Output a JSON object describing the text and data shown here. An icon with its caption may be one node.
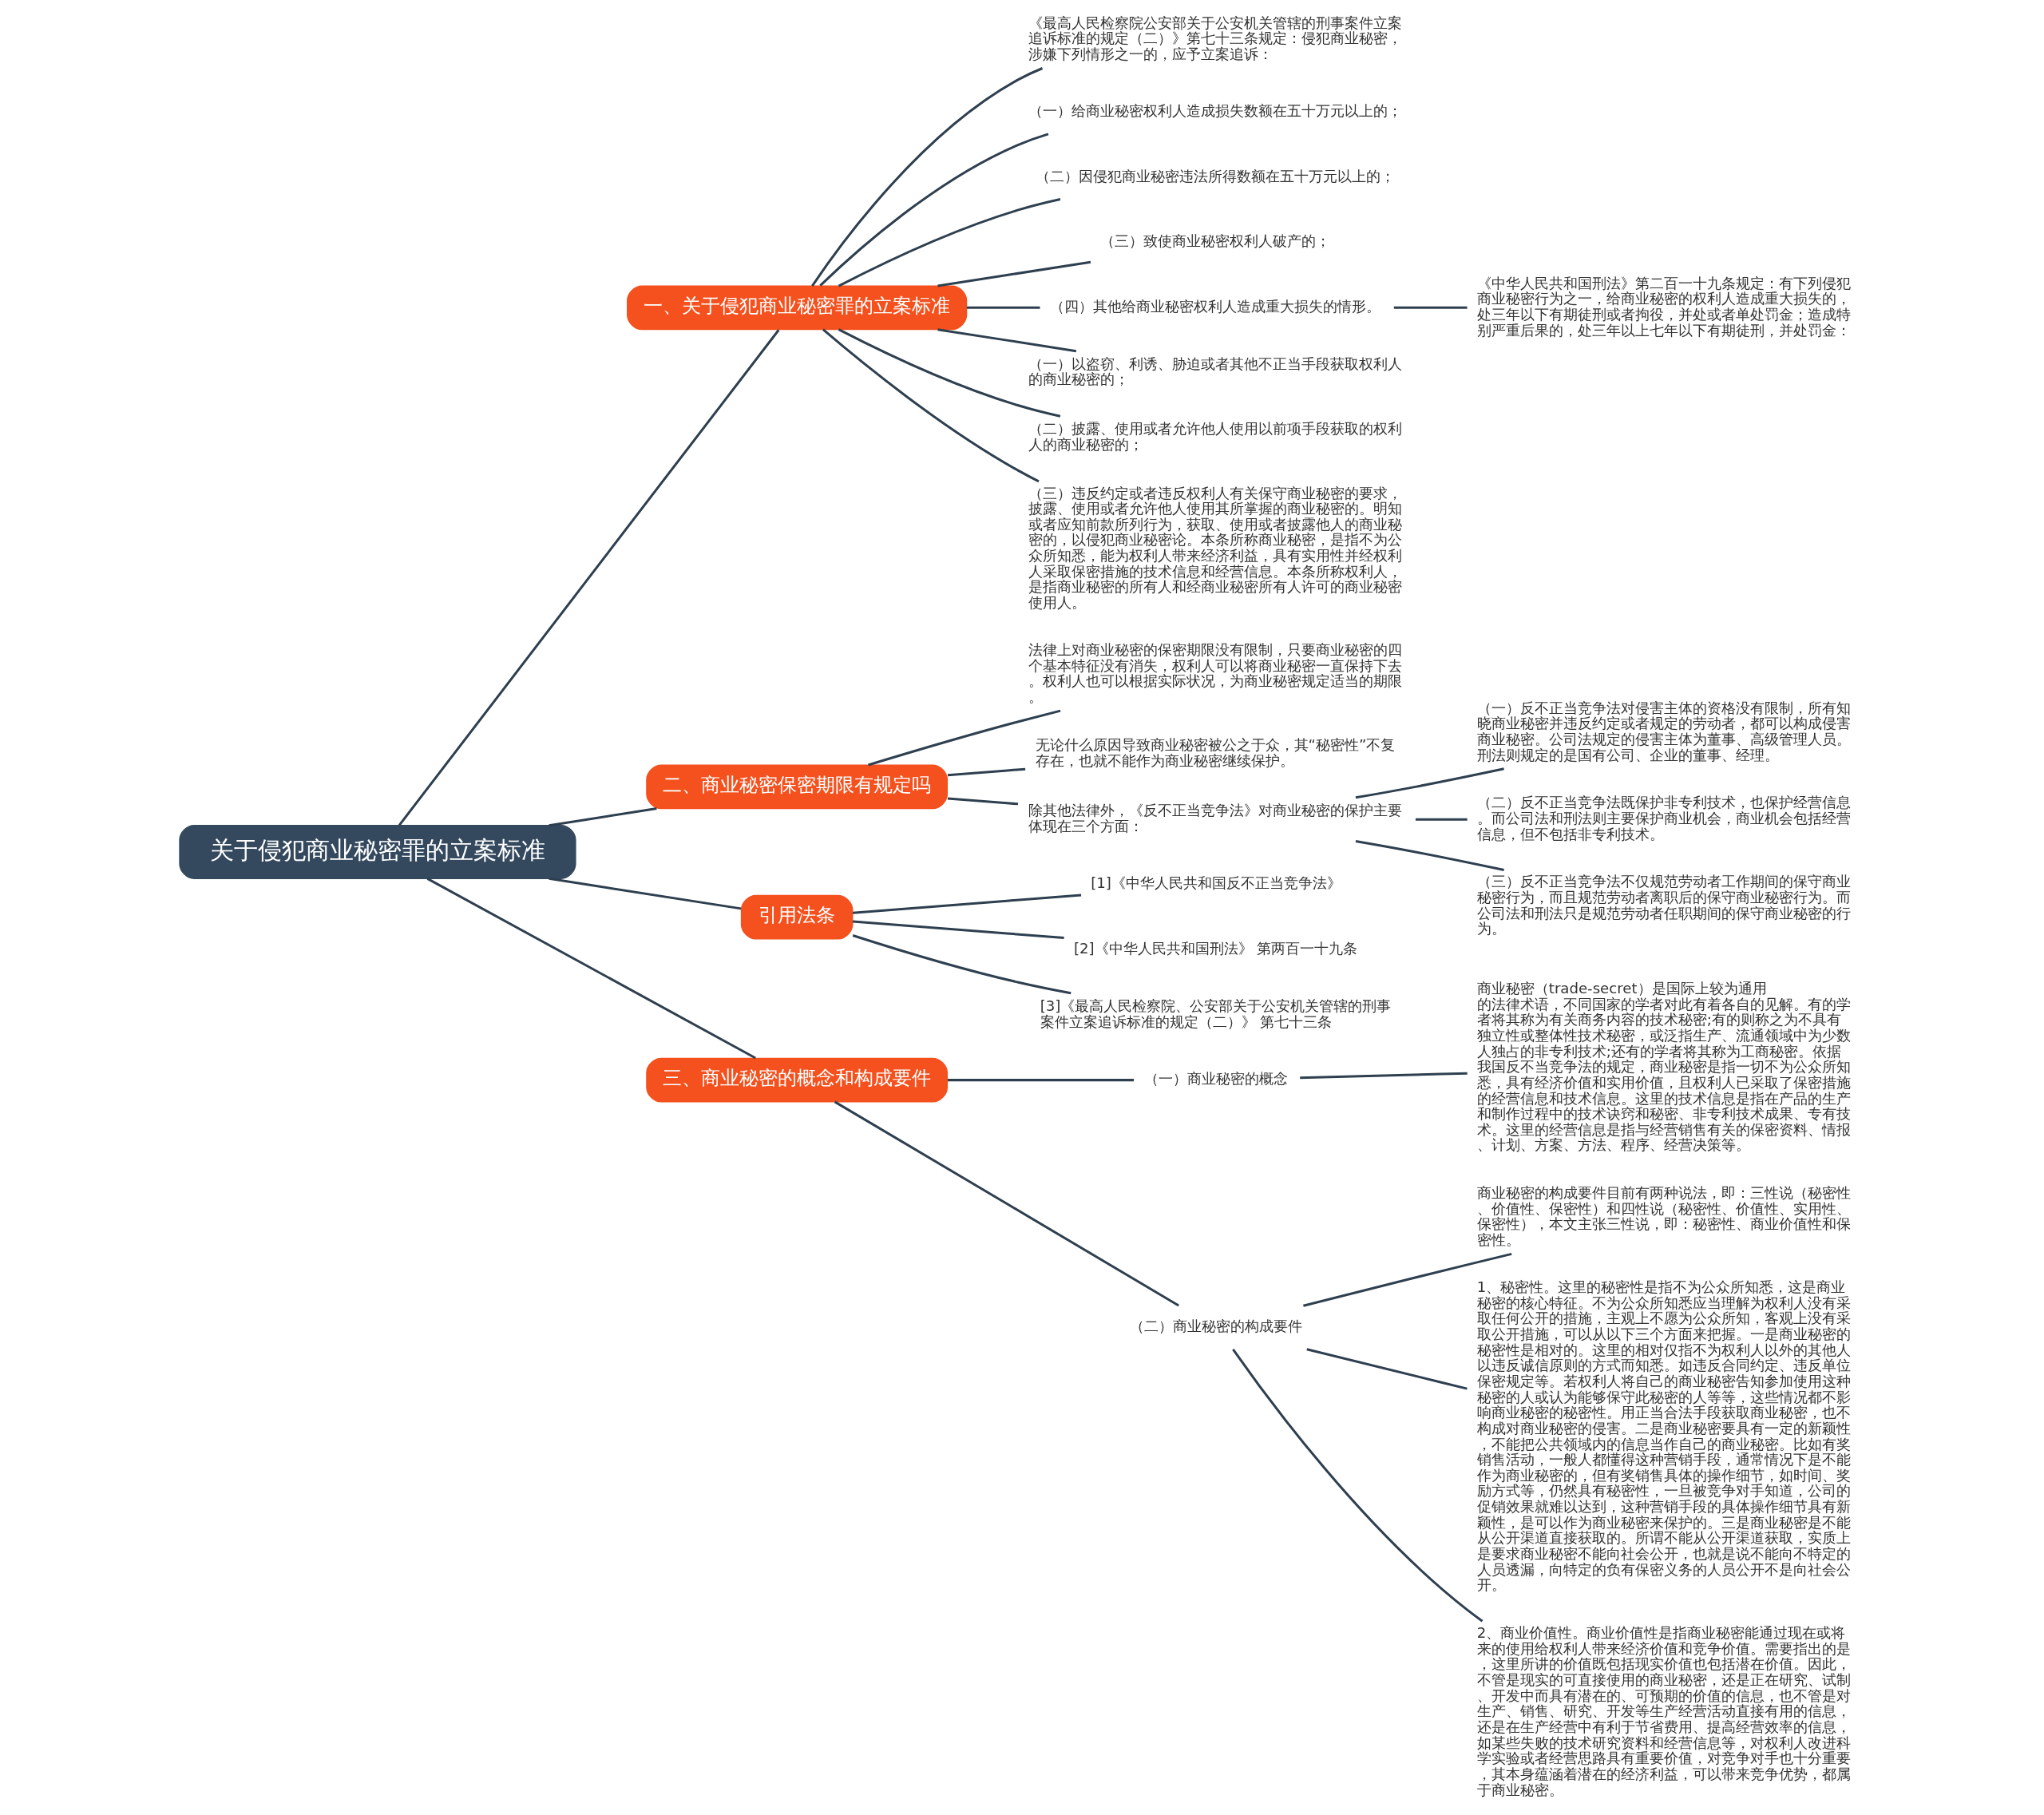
{
  "diagram": {
    "nodes": [
      {
        "text": [
          "关于侵犯商业秘密罪的立案标准"
        ]
      },
      {
        "text": [
          "一、关于侵犯商业秘密罪的立案标准"
        ]
      },
      {
        "text": [
          "《最高人民检察院公安部关于公安机关管辖的刑事案件立案追诉标准的规定（二）》第七十三条规定：侵犯商业秘密，涉嫌下列情形之一的，应予立案追诉："
        ]
      },
      {
        "text": [
          "（一）给商业秘密权利人造成损失数额在五十万元以上的；"
        ]
      },
      {
        "text": [
          "（二）因侵犯商业秘密违法所得数额在五十万元以上的；"
        ]
      },
      {
        "text": [
          "（三）致使商业秘密权利人破产的；"
        ]
      },
      {
        "text": [
          "（四）其他给商业秘密权利人造成重大损失的情形。"
        ]
      },
      {
        "text": [
          "（一）以盗窃、利诱、胁迫或者其他不正当手段获取权利人的商业秘密的；"
        ]
      },
      {
        "text": [
          "（二）披露、使用或者允许他人使用以前项手段获取的权利人的商业秘密的；"
        ]
      },
      {
        "text": [
          "（三）违反约定或者违反权利人有关保守商业秘密的要求，披露、使用或者允许他人使用其所掌握的商业秘密的。明知或者应知前款所列行为，获取、使用或者披露他人的商业秘密的，以侵犯商业秘密论。本条所称商业秘密，是指不为公众所知悉，能为权利人带来经济利益，具有实用性并经权利人采取保密措施的技术信息和经营信息。本条所称权利人，是指商业秘密的所有人和经商业秘密所有人许可的商业秘密使用人。"
        ]
      },
      {
        "text": [
          "《中华人民共和国刑法》第二百一十九条规定：有下列侵犯商业秘密行为之一，给商业秘密的权利人造成重大损失的，处三年以下有期徒刑或者拘役，并处或者单处罚金；造成特别严重后果的，处三年以上七年以下有期徒刑，并处罚金："
        ]
      },
      {
        "text": [
          "二、商业秘密保密期限有规定吗"
        ]
      },
      {
        "text": [
          "法律上对商业秘密的保密期限没有限制，只要商业秘密的四个基本特征没有消失，权利人可以将商业秘密一直保持下去。权利人也可以根据实际状况，为商业秘密规定适当的期限。"
        ]
      },
      {
        "text": [
          "无论什么原因导致商业秘密被公之于众，其“秘密性”不复存在，也就不能作为商业秘密继续保护。"
        ]
      },
      {
        "text": [
          "除其他法律外，《反不正当竞争法》对商业秘密的保护主要体现在三个方面："
        ]
      },
      {
        "text": [
          "（一）反不正当竞争法对侵害主体的资格没有限制，所有知晓商业秘密并违反约定或者规定的劳动者，都可以构成侵害商业秘密。公司法规定的侵害主体为董事、高级管理人员。刑法则规定的是国有公司、企业的董事、经理。"
        ]
      },
      {
        "text": [
          "（二）反不正当竞争法既保护非专利技术，也保护经营信息。而公司法和刑法则主要保护商业机会，商业机会包括经营信息，但不包括非专利技术。"
        ]
      },
      {
        "text": [
          "（三）反不正当竞争法不仅规范劳动者工作期间的保守商业秘密行为，而且规范劳动者离职后的保守商业秘密行为。而公司法和刑法只是规范劳动者任职期间的保守商业秘密的行为。"
        ]
      },
      {
        "text": [
          "引用法条"
        ]
      },
      {
        "text": [
          "[1]《中华人民共和国反不正当竞争法》"
        ]
      },
      {
        "text": [
          "[2]《中华人民共和国刑法》 第两百一十九条"
        ]
      },
      {
        "text": [
          "[3]《最高人民检察院、公安部关于公安机关管辖的刑事案件立案追诉标准的规定（二）》 第七十三条"
        ]
      },
      {
        "text": [
          "三、商业秘密的概念和构成要件"
        ]
      },
      {
        "text": [
          "（一）商业秘密的概念"
        ]
      },
      {
        "text": [
          "商业秘密（trade-secret）是国际上较为通用的法律术语，不同国家的学者对此有着各自的见解。有的学者将其称为有关商务内容的技术秘密;有的则称之为不具有独立性或整体性技术秘密，或泛指生产、流通领域中为少数人独占的非专利技术;还有的学者将其称为工商秘密。依据我国反不当竞争法的规定，商业秘密是指一切不为公众所知悉，具有经济价值和实用价值，且权利人已采取了保密措施的经营信息和技术信息。这里的技术信息是指在产品的生产和制作过程中的技术诀窍和秘密、非专利技术成果、专有技术。这里的经营信息是指与经营销售有关的保密资料、情报、计划、方案、方法、程序、经营决策等。"
        ]
      },
      {
        "text": [
          "（二）商业秘密的构成要件"
        ]
      },
      {
        "text": [
          "商业秘密的构成要件目前有两种说法，即：三性说（秘密性、价值性、保密性）和四性说（秘密性、价值性、实用性、保密性），本文主张三性说，即：秘密性、商业价值性和保密性。"
        ]
      },
      {
        "text": [
          "1、秘密性。这里的秘密性是指不为公众所知悉，这是商业秘密的核心特征。不为公众所知悉应当理解为权利人没有采取任何公开的措施，主观上不愿为公众所知，客观上没有采取公开措施，可以从以下三个方面来把握。一是商业秘密的秘密性是相对的。这里的相对仅指不为权利人以外的其他人以违反诚信原则的方式而知悉。如违反合同约定、违反单位保密规定等。若权利人将自己的商业秘密告知参加使用这种秘密的人或认为能够保守此秘密的人等等，这些情况都不影响商业秘密的秘密性。用正当合法手段获取商业秘密，也不构成对商业秘密的侵害。二是商业秘密要具有一定的新颖性，不能把公共领域内的信息当作自己的商业秘密。比如有奖销售活动，一般人都懂得这种营销手段，通常情况下是不能作为商业秘密的，但有奖销售具体的操作细节，如时间、奖励方式等，仍然具有秘密性，一旦被竞争对手知道，公司的促销效果就难以达到，这种营销手段的具体操作细节具有新颖性，是可以作为商业秘密来保护的。三是商业秘密是不能从公开渠道直接获取的。所谓不能从公开渠道获取，实质上是要求商业秘密不能向社会公开，也就是说不能向不特定的人员透漏，向特定的负有保密义务的人员公开不是向社会公开。"
        ]
      },
      {
        "text": [
          "2、商业价值性。商业价值性是指商业秘密能通过现在或将来的使用给权利人带来经济价值和竞争价值。需要指出的是，这里所讲的价值既包括现实价值也包括潜在价值。因此，不管是现实的可直接使用的商业秘密，还是正在研究、试制、开发中而具有潜在的、可预期的价值的信息，也不管是对生产、销售、研究、开发等生产经营活动直接有用的信息，还是在生产经营中有利于节省费用、提高经营效率的信息，如某些失败的技术研究资料和经营信息等，对权利人改进科学实验或者经营思路具有重要价值，对竞争对手也十分重要，其本身蕴涵着潜在的经济利益，可以带来竞争优势，都属于商业秘密。"
        ]
      }
    ],
    "edges": [
      {
        "from": 0,
        "to": 1,
        "arrow": "none"
      },
      {
        "from": 1,
        "to": 2,
        "arrow": "none"
      },
      {
        "from": 1,
        "to": 3,
        "arrow": "none"
      },
      {
        "from": 1,
        "to": 4,
        "arrow": "none"
      },
      {
        "from": 1,
        "to": 5,
        "arrow": "none"
      },
      {
        "from": 1,
        "to": 6,
        "arrow": "none"
      },
      {
        "from": 1,
        "to": 7,
        "arrow": "none"
      },
      {
        "from": 1,
        "to": 8,
        "arrow": "none"
      },
      {
        "from": 1,
        "to": 9,
        "arrow": "none"
      },
      {
        "from": 6,
        "to": 10,
        "arrow": "none"
      },
      {
        "from": 0,
        "to": 11,
        "arrow": "none"
      },
      {
        "from": 11,
        "to": 12,
        "arrow": "none"
      },
      {
        "from": 11,
        "to": 13,
        "arrow": "none"
      },
      {
        "from": 11,
        "to": 14,
        "arrow": "none"
      },
      {
        "from": 14,
        "to": 15,
        "arrow": "none"
      },
      {
        "from": 14,
        "to": 16,
        "arrow": "none"
      },
      {
        "from": 14,
        "to": 17,
        "arrow": "none"
      },
      {
        "from": 0,
        "to": 18,
        "arrow": "none"
      },
      {
        "from": 18,
        "to": 19,
        "arrow": "none"
      },
      {
        "from": 18,
        "to": 20,
        "arrow": "none"
      },
      {
        "from": 18,
        "to": 21,
        "arrow": "none"
      },
      {
        "from": 0,
        "to": 22,
        "arrow": "none"
      },
      {
        "from": 22,
        "to": 23,
        "arrow": "none"
      },
      {
        "from": 23,
        "to": 24,
        "arrow": "none"
      },
      {
        "from": 22,
        "to": 25,
        "arrow": "none"
      },
      {
        "from": 25,
        "to": 26,
        "arrow": "none"
      },
      {
        "from": 25,
        "to": 27,
        "arrow": "none"
      },
      {
        "from": 25,
        "to": 28,
        "arrow": "none"
      }
    ]
  }
}
